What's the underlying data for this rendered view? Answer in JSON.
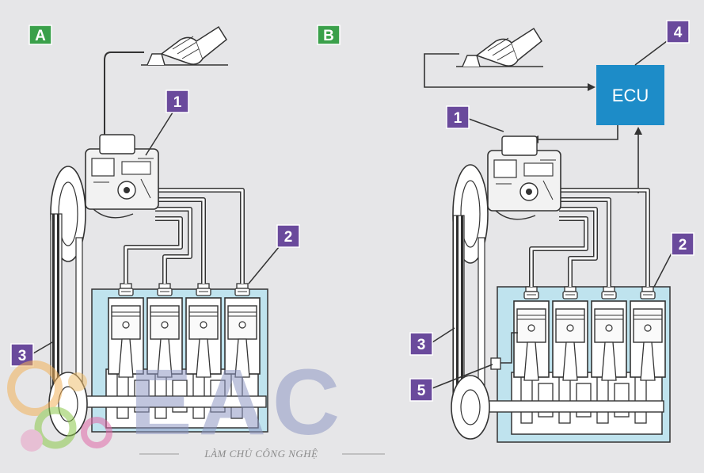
{
  "panels": [
    {
      "id": "panel-a",
      "label": "A",
      "badge_color": "#3aa04a"
    },
    {
      "id": "panel-b",
      "label": "B",
      "badge_color": "#3aa04a"
    }
  ],
  "callouts": {
    "a": [
      "1",
      "2",
      "3"
    ],
    "b": [
      "1",
      "2",
      "3",
      "4",
      "5"
    ],
    "badge_color": "#6a4a9c"
  },
  "ecu": {
    "label": "ECU",
    "color": "#1d8cc8"
  },
  "watermark": {
    "text": "EAC",
    "slogan": "LÀM CHỦ CÔNG NGHỆ"
  },
  "colors": {
    "background": "#e6e6e8",
    "engine_block": "#bfe3ee",
    "line": "#3a3a3a"
  }
}
